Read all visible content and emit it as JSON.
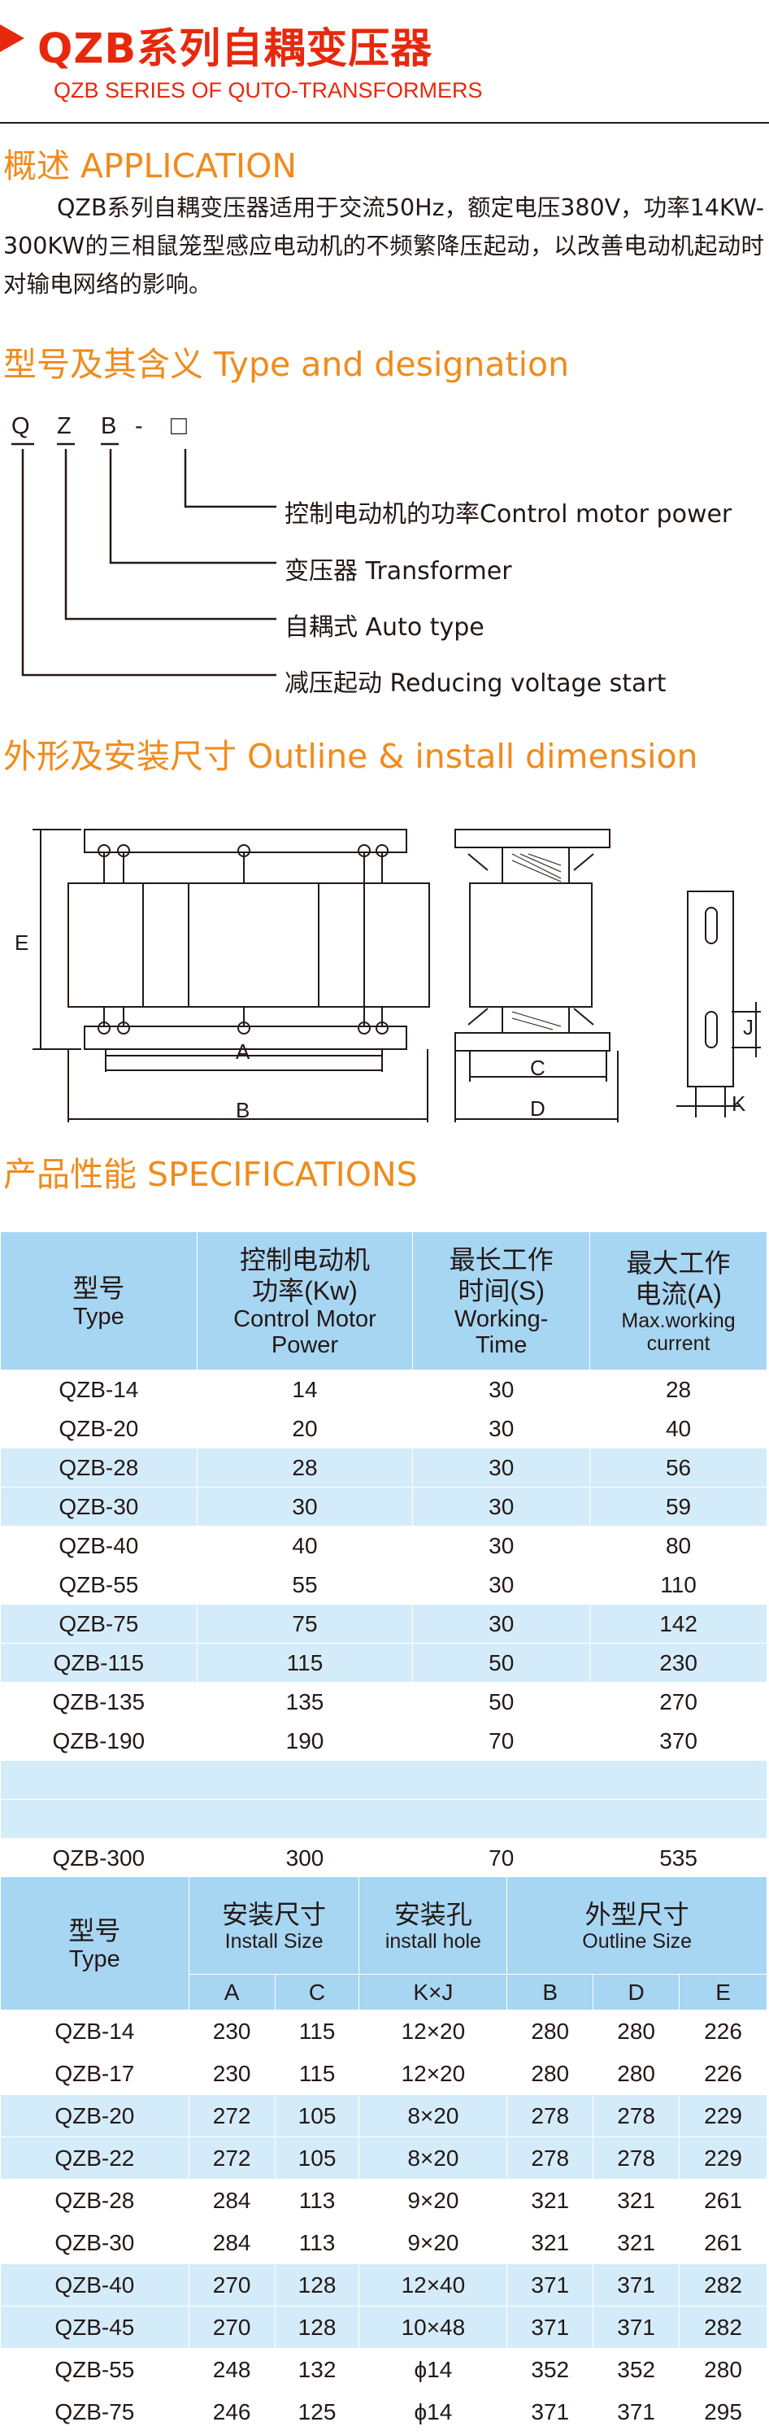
{
  "header": {
    "title_cn": "QZB系列自耦变压器",
    "title_en": "QZB SERIES OF QUTO-TRANSFORMERS"
  },
  "application": {
    "heading": "概述  APPLICATION",
    "body": "QZB系列自耦变压器适用于交流50Hz，额定电压380V，功率14KW-300KW的三相鼠笼型感应电动机的不频繁降压起动，以改善电动机起动时对输电网络的影响。"
  },
  "designation": {
    "heading": "型号及其含义  Type and designation",
    "code": [
      "Q",
      "Z",
      "B",
      "-",
      "□"
    ],
    "items": [
      "控制电动机的功率Control motor power",
      "变压器 Transformer",
      "自耦式 Auto type",
      "减压起动 Reducing voltage start"
    ]
  },
  "outline": {
    "heading": "外形及安装尺寸 Outline & install dimension",
    "labels": {
      "A": "A",
      "B": "B",
      "C": "C",
      "D": "D",
      "E": "E",
      "J": "J",
      "K": "K"
    }
  },
  "specifications": {
    "heading": "产品性能  SPECIFICATIONS",
    "headers": [
      {
        "cn": "型号",
        "en": "Type"
      },
      {
        "cn": "控制电动机\n功率(Kw)",
        "en": "Control Motor\nPower"
      },
      {
        "cn": "最长工作\n时间(S)",
        "en": "Working-\nTime"
      },
      {
        "cn": "最大工作\n电流(A)",
        "en": "Max.working\ncurrent"
      }
    ],
    "rows": [
      [
        "QZB-14",
        "14",
        "30",
        "28"
      ],
      [
        "QZB-20",
        "20",
        "30",
        "40"
      ],
      [
        "QZB-28",
        "28",
        "30",
        "56"
      ],
      [
        "QZB-30",
        "30",
        "30",
        "59"
      ],
      [
        "QZB-40",
        "40",
        "30",
        "80"
      ],
      [
        "QZB-55",
        "55",
        "30",
        "110"
      ],
      [
        "QZB-75",
        "75",
        "30",
        "142"
      ],
      [
        "QZB-115",
        "115",
        "50",
        "230"
      ],
      [
        "QZB-135",
        "135",
        "50",
        "270"
      ],
      [
        "QZB-190",
        "190",
        "70",
        "370"
      ],
      [
        "",
        "",
        "",
        ""
      ],
      [
        "",
        "",
        "",
        ""
      ],
      [
        "QZB-300",
        "300",
        "70",
        "535"
      ]
    ]
  },
  "dimensions": {
    "type_header": {
      "cn": "型号",
      "en": "Type"
    },
    "groups": [
      {
        "cn": "安装尺寸",
        "en": "Install Size"
      },
      {
        "cn": "安装孔",
        "en": "install hole"
      },
      {
        "cn": "外型尺寸",
        "en": "Outline Size"
      }
    ],
    "subheaders": [
      "A",
      "C",
      "K×J",
      "B",
      "D",
      "E"
    ],
    "rows": [
      [
        "QZB-14",
        "230",
        "115",
        "12×20",
        "280",
        "280",
        "226"
      ],
      [
        "QZB-17",
        "230",
        "115",
        "12×20",
        "280",
        "280",
        "226"
      ],
      [
        "QZB-20",
        "272",
        "105",
        "8×20",
        "278",
        "278",
        "229"
      ],
      [
        "QZB-22",
        "272",
        "105",
        "8×20",
        "278",
        "278",
        "229"
      ],
      [
        "QZB-28",
        "284",
        "113",
        "9×20",
        "321",
        "321",
        "261"
      ],
      [
        "QZB-30",
        "284",
        "113",
        "9×20",
        "321",
        "321",
        "261"
      ],
      [
        "QZB-40",
        "270",
        "128",
        "12×40",
        "371",
        "371",
        "282"
      ],
      [
        "QZB-45",
        "270",
        "128",
        "10×48",
        "371",
        "371",
        "282"
      ],
      [
        "QZB-55",
        "248",
        "132",
        "ϕ14",
        "352",
        "352",
        "280"
      ],
      [
        "QZB-75",
        "246",
        "125",
        "ϕ14",
        "371",
        "371",
        "295"
      ]
    ]
  },
  "colors": {
    "title_red": "#e8280d",
    "heading_orange": "#f08b1c",
    "table_header_blue": "#a7d6f3",
    "table_band_blue": "#d4ecfa",
    "text": "#231815"
  }
}
